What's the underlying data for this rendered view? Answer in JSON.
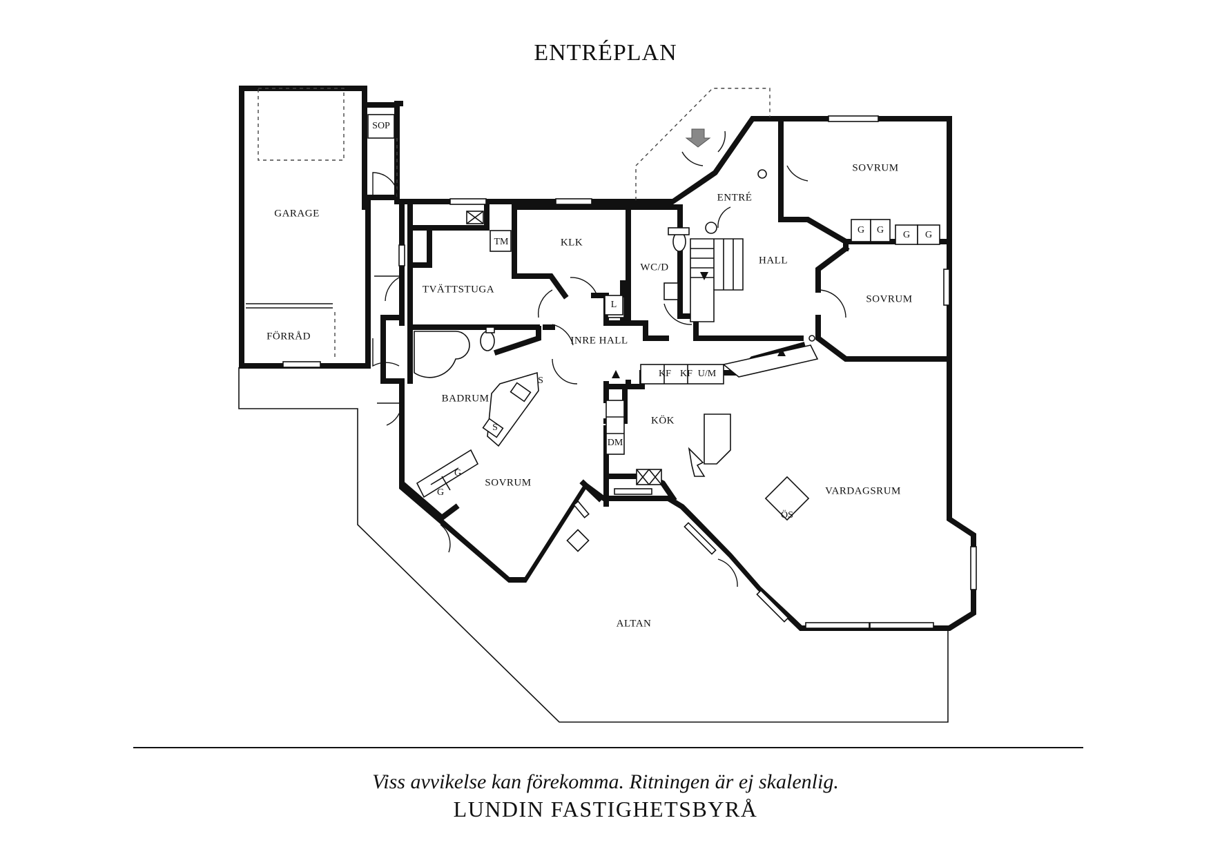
{
  "title": "ENTRÉPLAN",
  "rooms": {
    "garage": "GARAGE",
    "sop": "SOP",
    "forrad": "FÖRRÅD",
    "tvattstuga": "TVÄTTSTUGA",
    "tm": "TM",
    "klk": "KLK",
    "wcd": "WC/D",
    "l": "L",
    "entre": "ENTRÉ",
    "hall": "HALL",
    "sovrum_1": "SOVRUM",
    "sovrum_2": "SOVRUM",
    "sovrum_3": "SOVRUM",
    "inre_hall": "INRE HALL",
    "badrum": "BADRUM",
    "kok": "KÖK",
    "dm": "DM",
    "vardagsrum": "VARDAGSRUM",
    "os": "ÖS",
    "altan": "ALTAN",
    "kf_1": "KF",
    "kf_2": "KF",
    "um": "U/M",
    "s_1": "S",
    "s_2": "S",
    "g": "G"
  },
  "footer": {
    "disclaimer": "Viss avvikelse kan förekomma. Ritningen är ej skalenlig.",
    "brand": "LUNDIN FASTIGHETSBYRÅ"
  }
}
